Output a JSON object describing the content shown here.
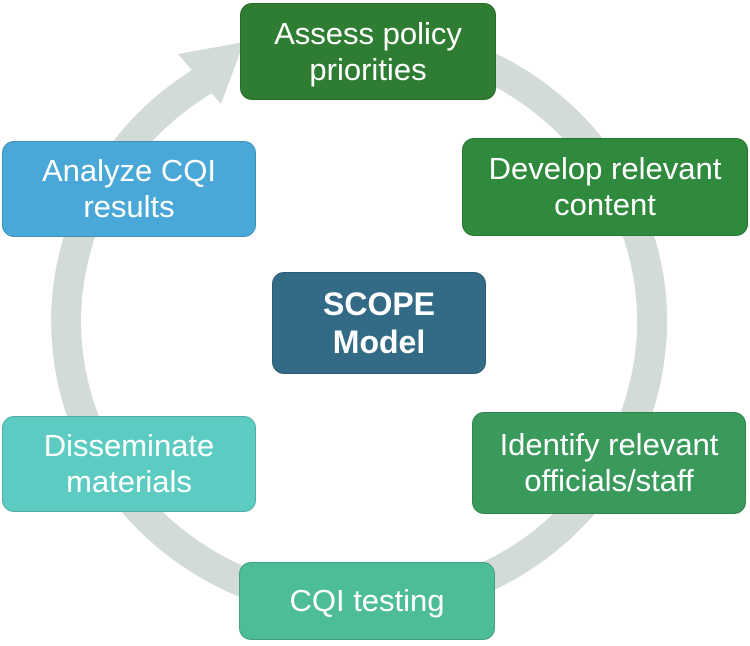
{
  "diagram": {
    "center": {
      "lines": [
        "SCOPE",
        "Model"
      ],
      "color": "#336b87"
    },
    "steps": [
      {
        "id": "assess",
        "lines": [
          "Assess policy",
          "priorities"
        ],
        "color": "#2e7d32"
      },
      {
        "id": "develop",
        "lines": [
          "Develop relevant",
          "content"
        ],
        "color": "#2f8a3e"
      },
      {
        "id": "identify",
        "lines": [
          "Identify relevant",
          "officials/staff"
        ],
        "color": "#3a9a5c"
      },
      {
        "id": "cqitest",
        "lines": [
          "CQI testing"
        ],
        "color": "#4dbd96"
      },
      {
        "id": "dissem",
        "lines": [
          "Disseminate",
          "materials"
        ],
        "color": "#5ccbc1"
      },
      {
        "id": "analyze",
        "lines": [
          "Analyze CQI",
          "results"
        ],
        "color": "#4aa8d8"
      }
    ],
    "ring_color": "#d2dbd6"
  }
}
